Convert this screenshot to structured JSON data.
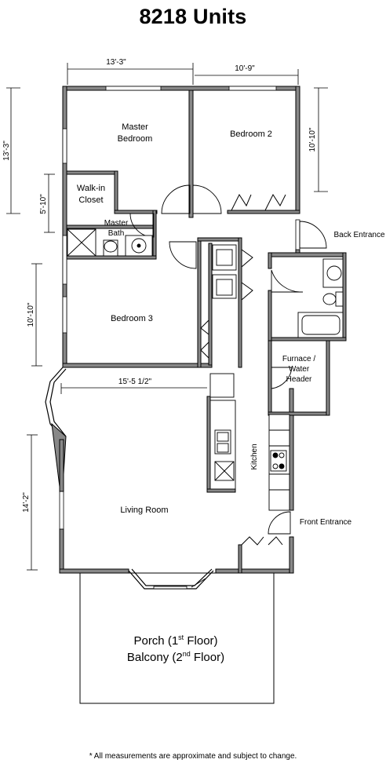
{
  "title": "8218 Units",
  "rooms": {
    "master_bedroom_line1": "Master",
    "master_bedroom_line2": "Bedroom",
    "bedroom2": "Bedroom 2",
    "walkin_line1": "Walk-in",
    "walkin_line2": "Closet",
    "master_bath_line1": "Master",
    "master_bath_line2": "Bath",
    "bedroom3": "Bedroom 3",
    "furnace_line1": "Furnace /",
    "furnace_line2": "Water",
    "furnace_line3": "Header",
    "kitchen": "Kitchen",
    "living_room": "Living Room",
    "back_entrance": "Back Entrance",
    "front_entrance": "Front Entrance"
  },
  "porch": {
    "line1_prefix": "Porch (1",
    "line1_sup": "st",
    "line1_suffix": " Floor)",
    "line2_prefix": "Balcony (2",
    "line2_sup": "nd",
    "line2_suffix": " Floor)"
  },
  "dimensions": {
    "master_width": "13'-3\"",
    "bedroom2_width": "10'-9\"",
    "master_height": "13'-3\"",
    "bedroom2_height": "10'-10\"",
    "walkin_height": "5'-10\"",
    "bedroom3_height": "10'-10\"",
    "living_width": "15'-5 1/2\"",
    "living_height": "14'-2\""
  },
  "footnote": "* All measurements are approximate and subject to change.",
  "colors": {
    "wall": "#000000",
    "wall_fill": "#888888",
    "line": "#000000"
  }
}
